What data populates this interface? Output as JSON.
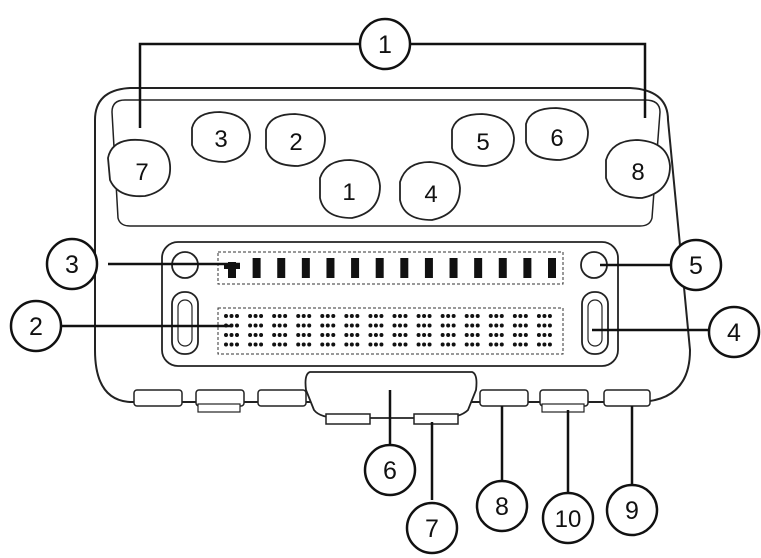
{
  "diagram": {
    "callouts": {
      "c1": "1",
      "c2": "2",
      "c3": "3",
      "c4": "4",
      "c5": "5",
      "c6": "6",
      "c7": "7",
      "c8": "8",
      "c9": "9",
      "c10": "10"
    },
    "keys": {
      "k7": "7",
      "k3": "3",
      "k2": "2",
      "k1": "1",
      "k4": "4",
      "k5": "5",
      "k6": "6",
      "k8": "8"
    },
    "colors": {
      "stroke": "#222222",
      "fill": "#ffffff"
    },
    "counts": {
      "status_cells": 14,
      "braille_cells": 14
    }
  }
}
